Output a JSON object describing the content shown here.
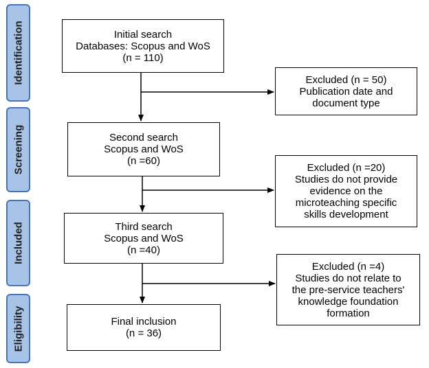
{
  "stages": [
    {
      "label": "Identification"
    },
    {
      "label": "Screening"
    },
    {
      "label": "Included"
    },
    {
      "label": "Eligibility"
    }
  ],
  "main_boxes": [
    {
      "lines": [
        "Initial search",
        "Databases: Scopus and WoS",
        "(n = 110)"
      ]
    },
    {
      "lines": [
        "Second search",
        "Scopus and WoS",
        "(n =60)"
      ]
    },
    {
      "lines": [
        "Third search",
        "Scopus and WoS",
        "(n =40)"
      ]
    },
    {
      "lines": [
        "Final inclusion",
        "(n = 36)"
      ]
    }
  ],
  "excluded_boxes": [
    {
      "lines": [
        "Excluded (n = 50)",
        "Publication date and",
        "document type"
      ]
    },
    {
      "lines": [
        "Excluded (n =20)",
        "Studies do not provide",
        "evidence on the",
        "microteaching specific",
        "skills development"
      ]
    },
    {
      "lines": [
        "Excluded (n =4)",
        "Studies do not relate to",
        "the pre-service teachers'",
        "knowledge foundation",
        "formation"
      ]
    }
  ]
}
